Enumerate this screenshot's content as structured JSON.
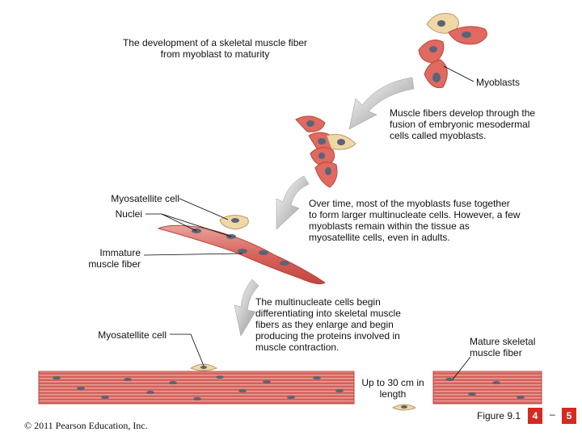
{
  "title": "The development of a skeletal muscle fiber from myoblast to maturity",
  "labels": {
    "myoblasts": "Myoblasts",
    "myosatellite_cell_top": "Myosatellite cell",
    "nuclei": "Nuclei",
    "immature_muscle_fiber": "Immature muscle fiber",
    "myosatellite_cell_bottom": "Myosatellite cell",
    "mature_fiber": "Mature skeletal muscle fiber",
    "length": "Up to 30 cm in length"
  },
  "captions": {
    "fusion": "Muscle fibers develop through the fusion of embryonic mesodermal cells called myoblasts.",
    "over_time": "Over time, most of the myoblasts fuse together to form larger multinucleate cells. However, a few myoblasts remain within the tissue as myosatellite cells, even in adults.",
    "differentiation": "The multinucleate cells begin differentiating into skeletal muscle fibers as they enlarge and begin producing the proteins involved in muscle contraction."
  },
  "footer": {
    "copyright": "© 2011 Pearson Education, Inc.",
    "figure": "Figure 9.1",
    "page_current": "4",
    "separator": "–",
    "page_next": "5"
  },
  "colors": {
    "muscle": "#d9534f",
    "muscle_light": "#e8827a",
    "satellite": "#efd7a6",
    "nucleus": "#5a6478",
    "arrow": "#9a9a9a",
    "page_badge": "#d42a20"
  }
}
